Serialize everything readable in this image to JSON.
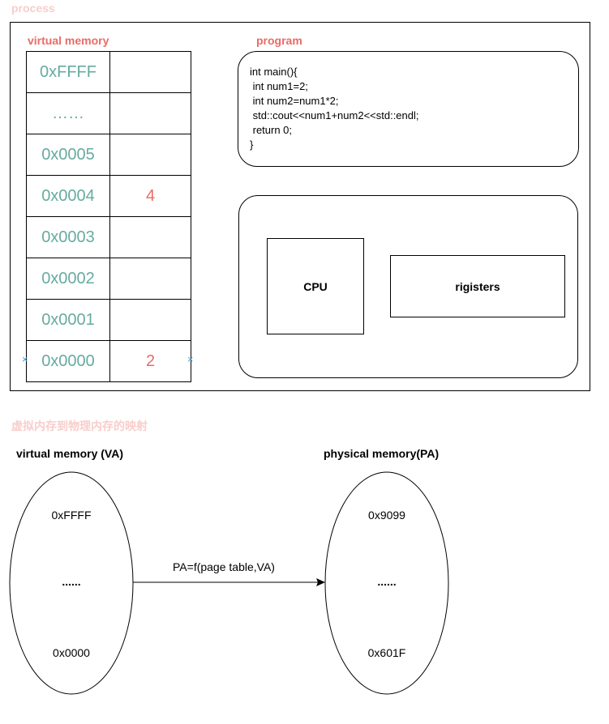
{
  "process_label": "process",
  "virtual_memory_label": "virtual memory",
  "program_label": "program",
  "memory_rows": [
    {
      "address": "0xFFFF",
      "value": ""
    },
    {
      "address": "……",
      "value": ""
    },
    {
      "address": "0x0005",
      "value": ""
    },
    {
      "address": "0x0004",
      "value": "4"
    },
    {
      "address": "0x0003",
      "value": ""
    },
    {
      "address": "0x0002",
      "value": ""
    },
    {
      "address": "0x0001",
      "value": ""
    },
    {
      "address": "0x0000",
      "value": "2"
    }
  ],
  "code_lines": [
    "int main(){",
    " int num1=2;",
    " int num2=num1*2;",
    " std::cout<<num1+num2<<std::endl;",
    " return 0;",
    "}"
  ],
  "cpu_label": "CPU",
  "registers_label": "rigisters",
  "mapping_title": "虚拟内存到物理内存的映射",
  "va_title": "virtual memory (VA)",
  "pa_title": "physical memory(PA)",
  "va_items": {
    "top": "0xFFFF",
    "middle": "......",
    "bottom": "0x0000"
  },
  "pa_items": {
    "top": "0x9099",
    "middle": "......",
    "bottom": "0x601F"
  },
  "formula": "PA=f(page table,VA)",
  "colors": {
    "red": "#ea6b66",
    "teal": "#67ab9f",
    "pink": "#f8cecc",
    "marker": "#3ea3d6"
  }
}
